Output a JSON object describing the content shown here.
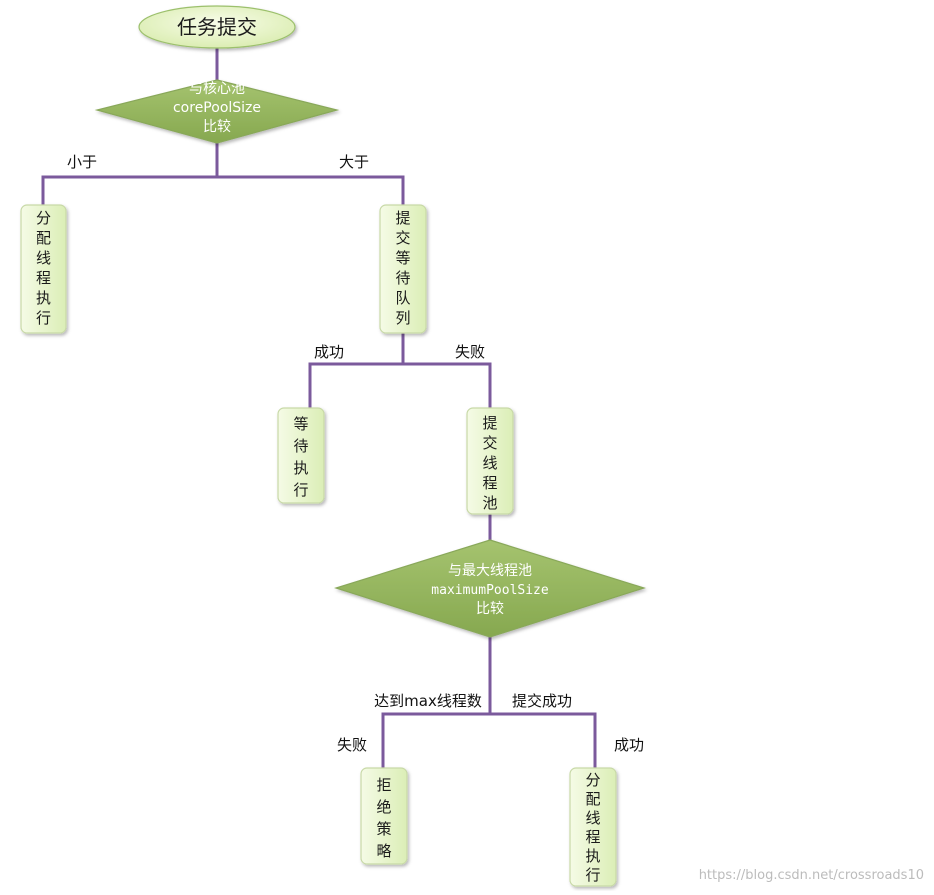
{
  "start": {
    "label": "任务提交"
  },
  "decision_core": {
    "lines": [
      "与核心池",
      "corePoolSize",
      "比较"
    ]
  },
  "labels": {
    "less": "小于",
    "greater": "大于",
    "success_1": "成功",
    "fail_1": "失败",
    "reach_max": "达到max线程数",
    "submit_success": "提交成功",
    "fail_2": "失败",
    "success_2": "成功"
  },
  "boxes": {
    "assign_1": [
      "分",
      "配",
      "线",
      "程",
      "执",
      "行"
    ],
    "queue": [
      "提",
      "交",
      "等",
      "待",
      "队",
      "列"
    ],
    "wait": [
      "等",
      "待",
      "执",
      "行"
    ],
    "submit_pool": [
      "提",
      "交",
      "线",
      "程",
      "池"
    ],
    "reject": [
      "拒",
      "绝",
      "策",
      "略"
    ],
    "assign_2": [
      "分",
      "配",
      "线",
      "程",
      "执",
      "行"
    ]
  },
  "decision_max": {
    "lines": [
      "与最大线程池",
      "maximumPoolSize",
      "比较"
    ]
  },
  "watermark": "https://blog.csdn.net/crossroads10",
  "colors": {
    "edge": "#7b5a9c",
    "diamond": "#8eb05b",
    "box": "#e9f5cf",
    "ellipse": "#dff0bf"
  }
}
